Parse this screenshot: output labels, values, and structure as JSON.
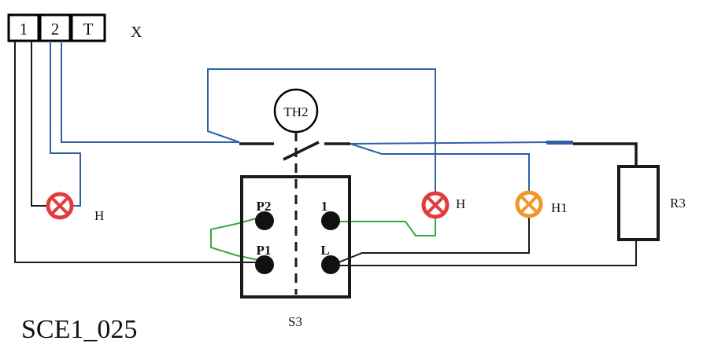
{
  "terminal_block": {
    "cells": [
      "1",
      "2",
      "T"
    ],
    "name": "X"
  },
  "thermostat_label": "TH2",
  "lamp_left_label": "H",
  "lamp_center_label": "H",
  "lamp_orange_label": "H1",
  "resistor_label": "R3",
  "switch": {
    "label": "S3",
    "contacts": [
      "P2",
      "1",
      "P1",
      "L"
    ]
  },
  "reference": "SCE1_025",
  "colors": {
    "wire_black": "#1a1a1a",
    "wire_blue": "#2e5fa8",
    "wire_green": "#3aa83a",
    "lamp_red": "#e23b3b",
    "lamp_orange": "#f0962a"
  }
}
